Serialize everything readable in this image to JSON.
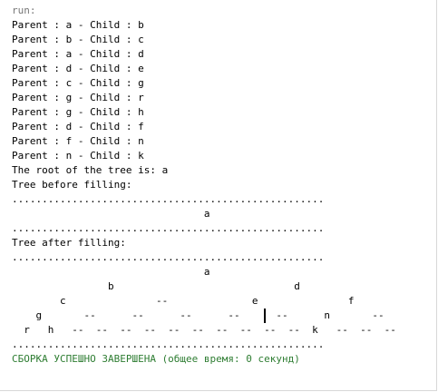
{
  "console": {
    "lines": [
      {
        "text": "run:",
        "cls": "gray"
      },
      {
        "text": "Parent : a - Child : b",
        "cls": ""
      },
      {
        "text": "Parent : b - Child : c",
        "cls": ""
      },
      {
        "text": "Parent : a - Child : d",
        "cls": ""
      },
      {
        "text": "Parent : d - Child : e",
        "cls": ""
      },
      {
        "text": "Parent : c - Child : g",
        "cls": ""
      },
      {
        "text": "Parent : g - Child : r",
        "cls": ""
      },
      {
        "text": "Parent : g - Child : h",
        "cls": ""
      },
      {
        "text": "Parent : d - Child : f",
        "cls": ""
      },
      {
        "text": "Parent : f - Child : n",
        "cls": ""
      },
      {
        "text": "Parent : n - Child : k",
        "cls": ""
      },
      {
        "text": "The root of the tree is: a",
        "cls": ""
      },
      {
        "text": "Tree before filling:",
        "cls": ""
      },
      {
        "text": "....................................................",
        "cls": ""
      },
      {
        "text": "                                a",
        "cls": ""
      },
      {
        "text": "....................................................",
        "cls": ""
      },
      {
        "text": "Tree after filling:",
        "cls": ""
      },
      {
        "text": "....................................................",
        "cls": ""
      },
      {
        "text": "                                a",
        "cls": ""
      },
      {
        "text": "                b                              d",
        "cls": ""
      },
      {
        "text": "        c               --              e               f",
        "cls": ""
      },
      {
        "text": "    g       --      --      --      --      --      n       --",
        "cls": ""
      },
      {
        "text": "  r   h   --  --  --  --  --  --  --  --  --  --  k   --  --  --",
        "cls": ""
      },
      {
        "text": "....................................................",
        "cls": ""
      },
      {
        "text": "СБОРКА УСПЕШНО ЗАВЕРШЕНА (общее время: 0 секунд)",
        "cls": "green"
      }
    ]
  }
}
